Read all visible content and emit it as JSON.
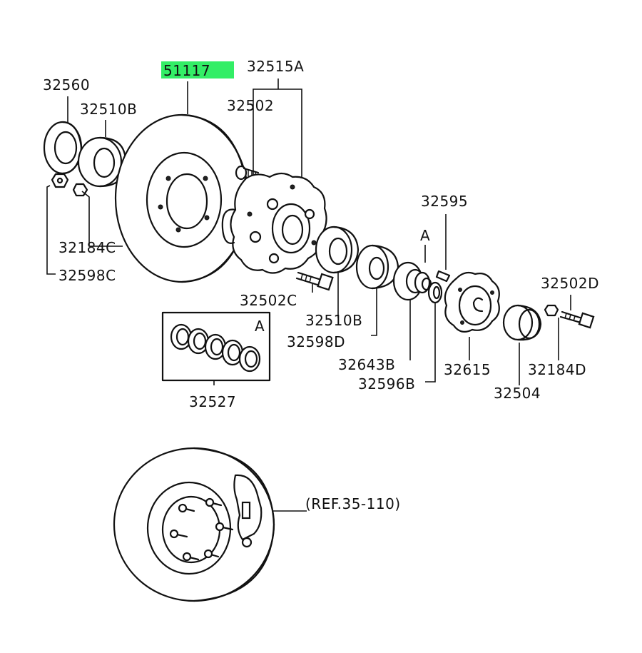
{
  "highlight_color": "#33ee66",
  "labels": {
    "p51117": "51117",
    "p32515A": "32515A",
    "p32560": "32560",
    "p32510B": "32510B",
    "p32502": "32502",
    "p32184C": "32184C",
    "p32598C": "32598C",
    "p32595": "32595",
    "markA1": "A",
    "p32502D": "32502D",
    "p32502C": "32502C",
    "p32510B2": "32510B",
    "p32598D": "32598D",
    "markA2": "A",
    "p32643B": "32643B",
    "p32596B": "32596B",
    "p32615": "32615",
    "p32184D": "32184D",
    "p32504": "32504",
    "p32527": "32527",
    "ref": "(REF.35-110)"
  }
}
